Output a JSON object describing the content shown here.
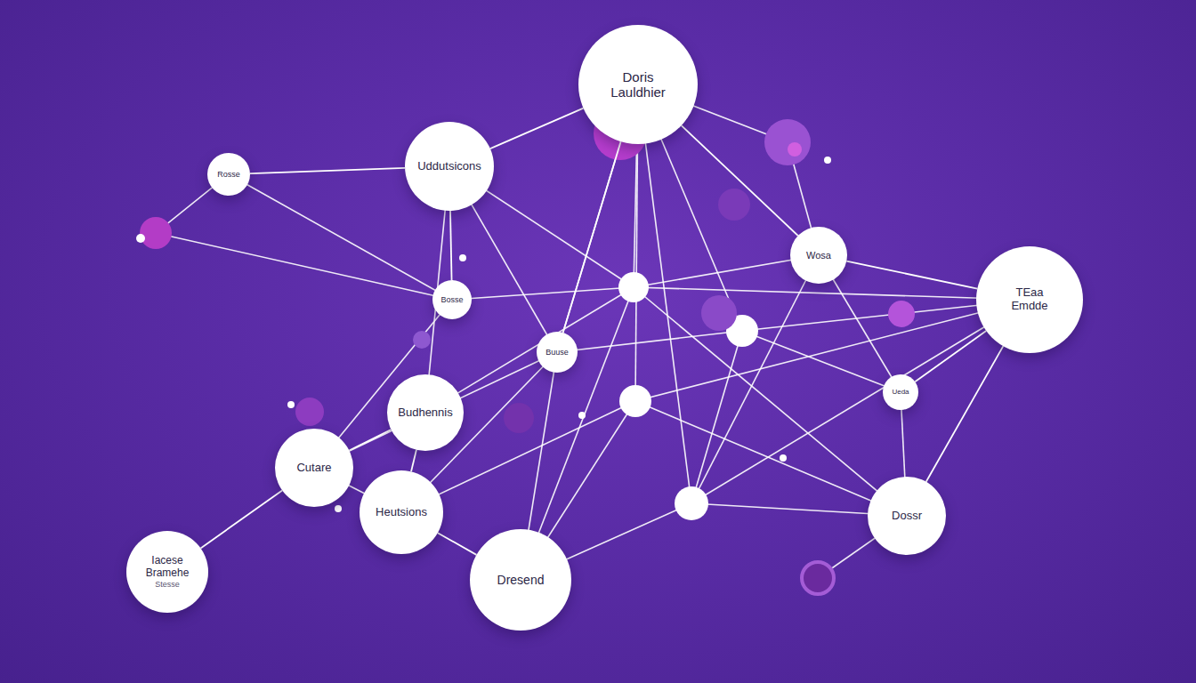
{
  "diagram": {
    "nodes": [
      {
        "text": [
          "Doris Lauldhier"
        ]
      },
      {
        "text": [
          "Uddutsicons"
        ]
      },
      {
        "text": [
          "Rosse"
        ]
      },
      {
        "text": [
          "Bosse"
        ]
      },
      {
        "text": [
          "Wosa"
        ]
      },
      {
        "text": [
          "TEaa Emdde"
        ]
      },
      {
        "text": [
          "Buuse"
        ]
      },
      {
        "text": [
          "Ueda"
        ]
      },
      {
        "text": [
          "Budhennis"
        ]
      },
      {
        "text": [
          "Cutare"
        ]
      },
      {
        "text": [
          "Heutsions"
        ]
      },
      {
        "text": [
          "Dresend"
        ]
      },
      {
        "text": [
          "Dossr"
        ]
      },
      {
        "text": [
          "Iacese Bramehe",
          "Stesse"
        ]
      }
    ],
    "edges": [
      {
        "from": 0,
        "to": 1,
        "arrow": "none"
      },
      {
        "from": 1,
        "to": 2,
        "arrow": "none"
      },
      {
        "from": 0,
        "to": 4,
        "arrow": "none"
      },
      {
        "from": 4,
        "to": 5,
        "arrow": "none"
      },
      {
        "from": 5,
        "to": 7,
        "arrow": "none"
      },
      {
        "from": 5,
        "to": 12,
        "arrow": "none"
      },
      {
        "from": 9,
        "to": 13,
        "arrow": "none"
      },
      {
        "from": 8,
        "to": 9,
        "arrow": "none"
      },
      {
        "from": 10,
        "to": 11,
        "arrow": "none"
      },
      {
        "from": 3,
        "to": 1,
        "arrow": "none"
      },
      {
        "from": 6,
        "to": 0,
        "arrow": "none"
      },
      {
        "from": 8,
        "to": 10,
        "arrow": "none"
      }
    ]
  }
}
